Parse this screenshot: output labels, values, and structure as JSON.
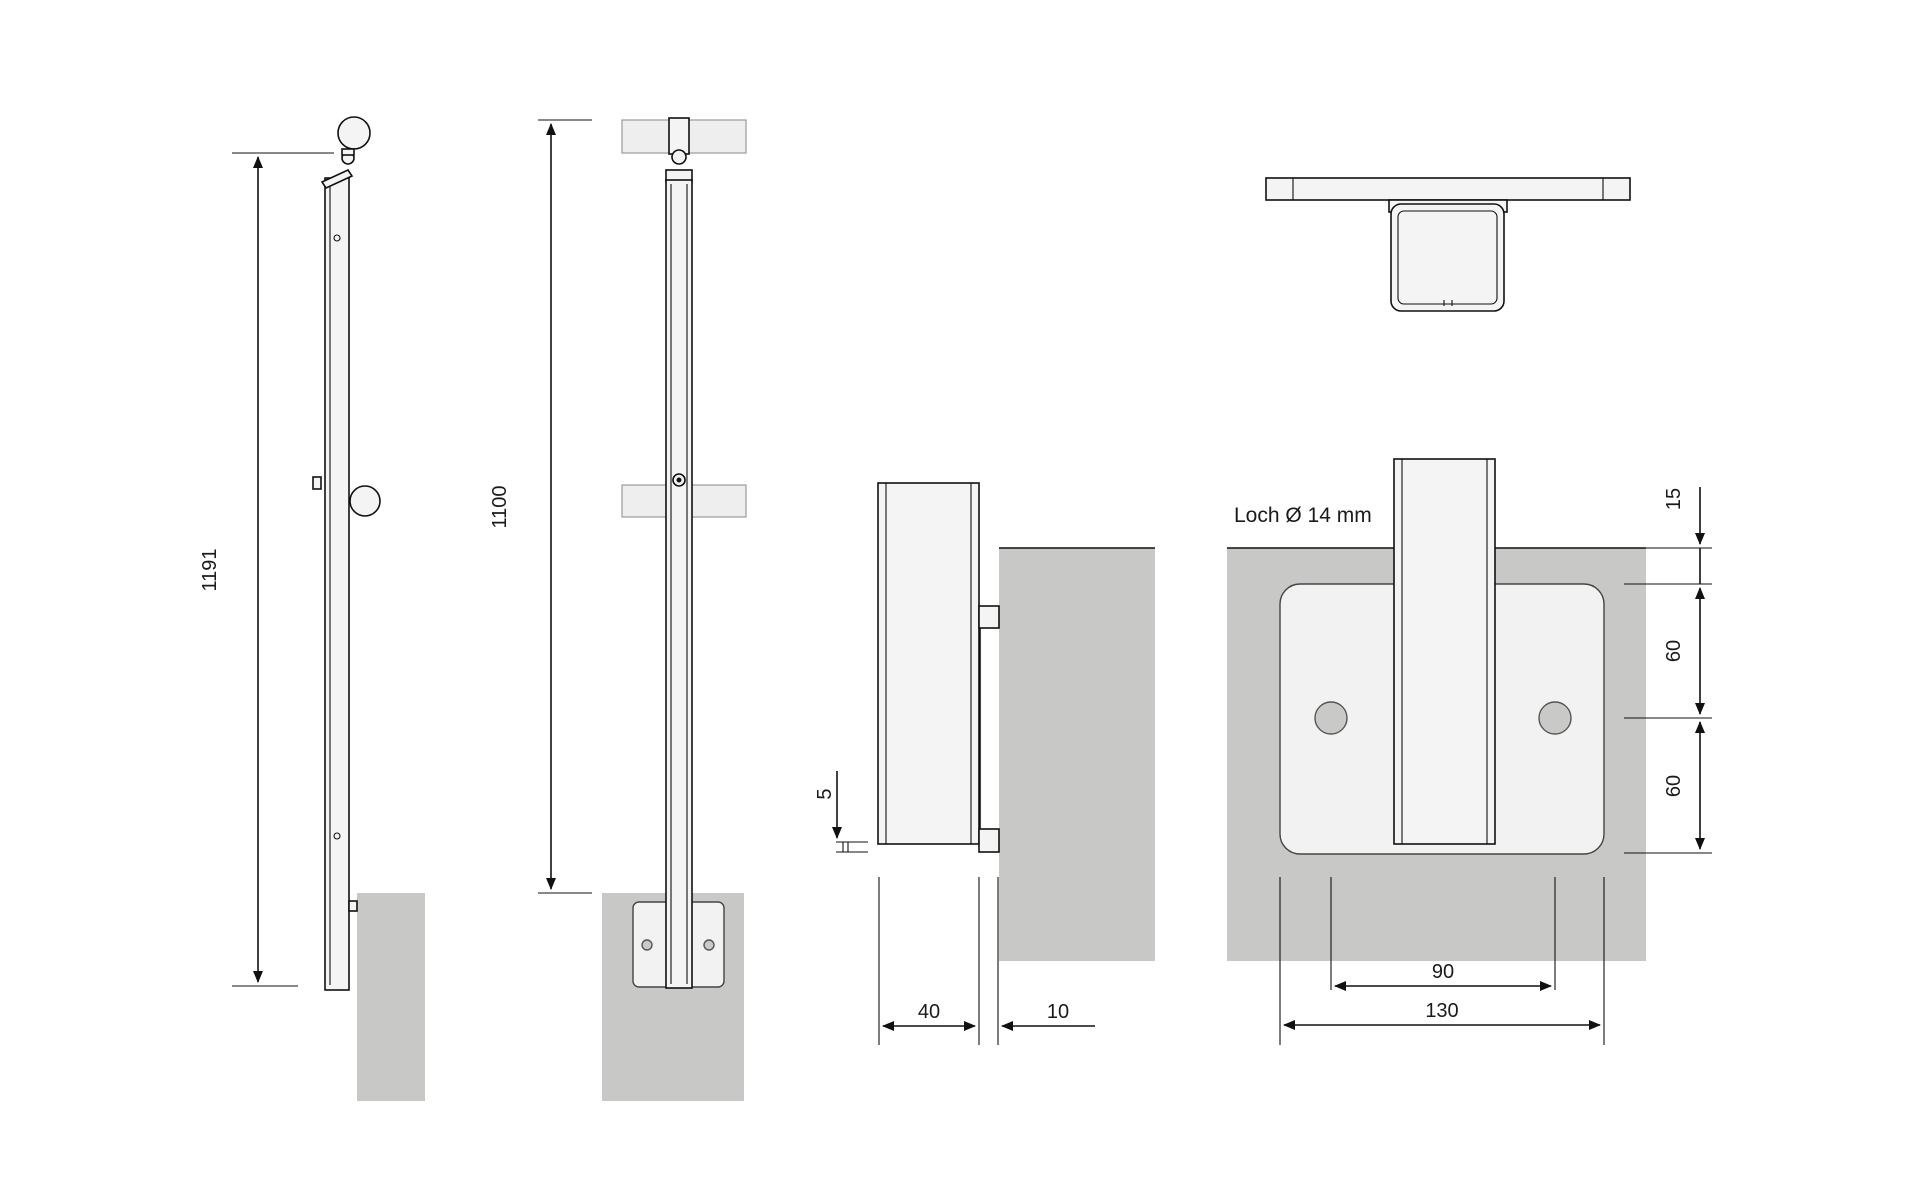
{
  "dimensions": {
    "total_height": "1191",
    "rail_height": "1100",
    "plate_offset": "5",
    "post_depth": "40",
    "plate_thickness": "10",
    "top_margin": "15",
    "upper_hole_spacing": "60",
    "lower_hole_spacing": "60",
    "hole_spacing_horizontal": "90",
    "plate_width": "130"
  },
  "notes": {
    "hole_label": "Loch Ø 14 mm"
  },
  "colors": {
    "wall": "#c8c9c6",
    "plate": "#f2f2f2",
    "line": "#111111"
  }
}
